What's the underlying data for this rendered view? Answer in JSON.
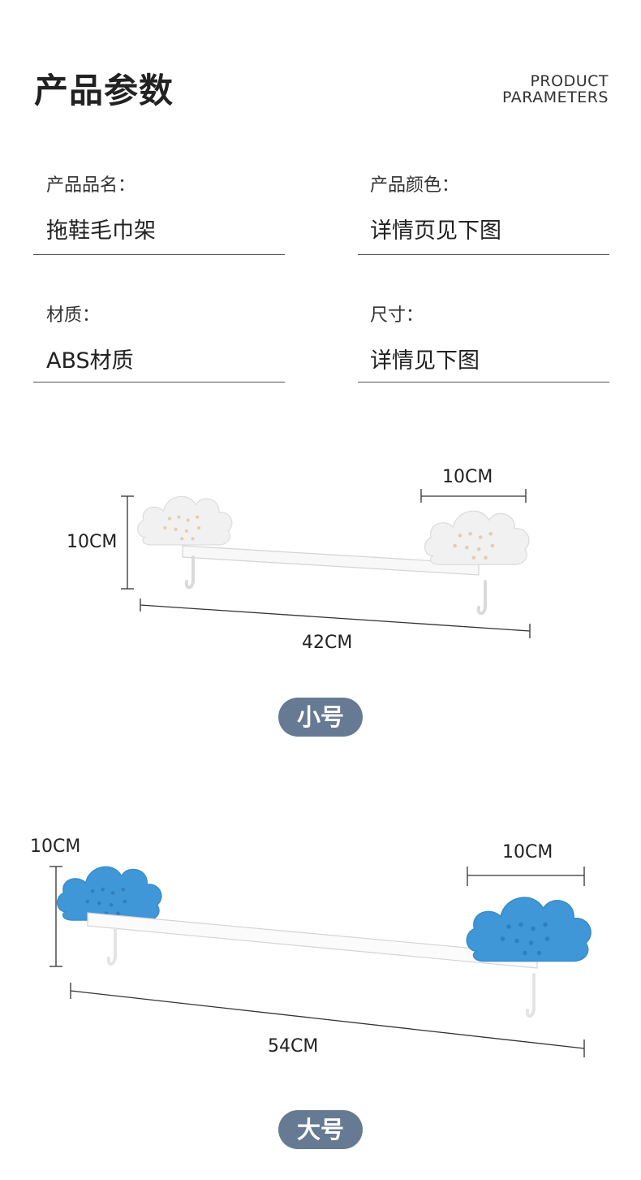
{
  "header": {
    "title": "产品参数",
    "title_en_line1": "PRODUCT",
    "title_en_line2": "PARAMETERS"
  },
  "params": [
    {
      "label": "产品品名：",
      "value": "拖鞋毛巾架"
    },
    {
      "label": "产品颜色：",
      "value": "详情页见下图"
    },
    {
      "label": "材质：",
      "value": "ABS材质"
    },
    {
      "label": "尺寸：",
      "value": "详情见下图"
    }
  ],
  "small": {
    "height": "10CM",
    "hook_width": "10CM",
    "length": "42CM",
    "badge": "小号",
    "color": "#f2f2f2"
  },
  "large": {
    "height": "10CM",
    "hook_width": "10CM",
    "length": "54CM",
    "badge": "大号",
    "color": "#3f97d8"
  }
}
